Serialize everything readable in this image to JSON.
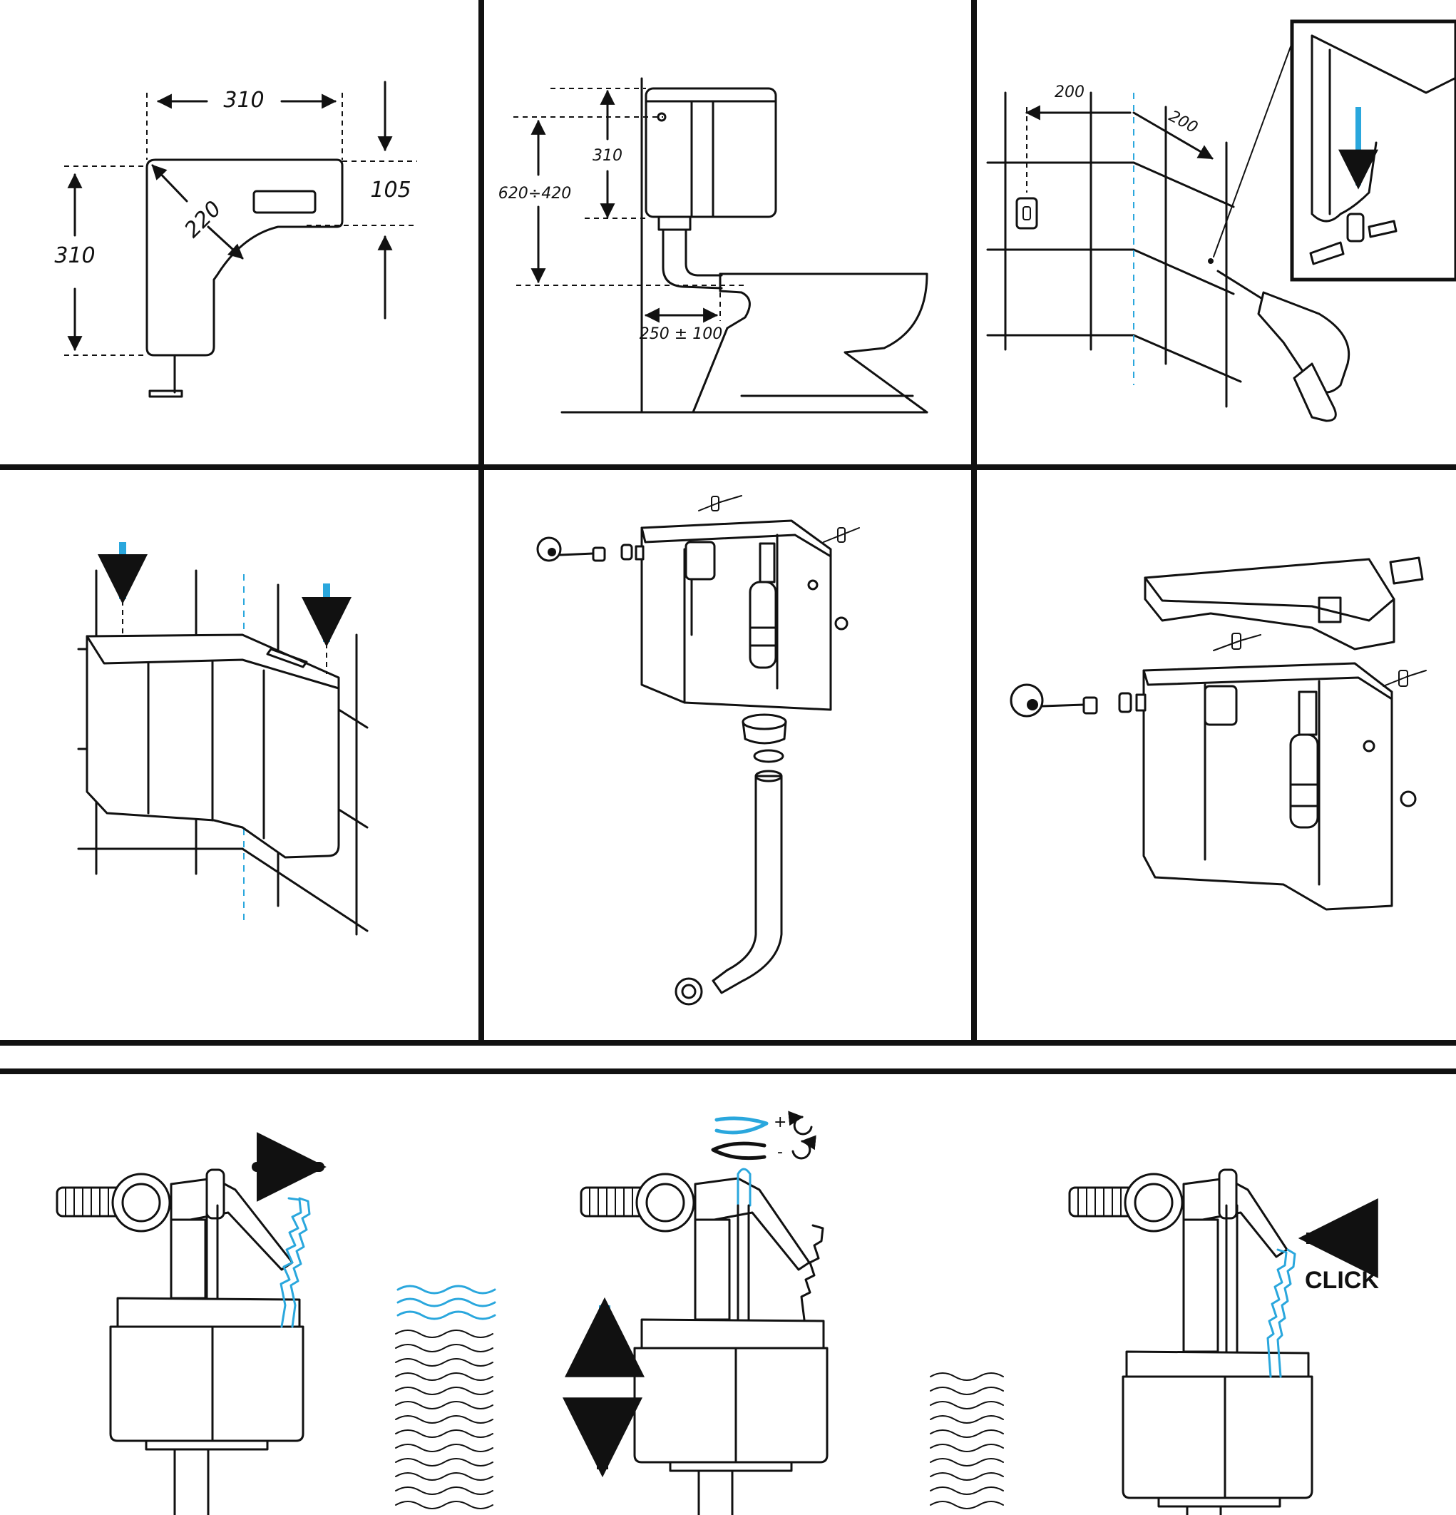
{
  "colors": {
    "accent": "#2aa7dd",
    "line": "#111111"
  },
  "panel1": {
    "dim_width": "310",
    "dim_height": "310",
    "dim_diagonal": "220",
    "dim_depth": "105"
  },
  "panel2": {
    "dim_tank_height": "310",
    "dim_mount_range": "620÷420",
    "dim_offset": "250 ± 100"
  },
  "panel3": {
    "dim_left": "200",
    "dim_right": "200"
  },
  "adjust": {
    "plus": "+",
    "minus": "-",
    "click_label": "CLICK"
  }
}
